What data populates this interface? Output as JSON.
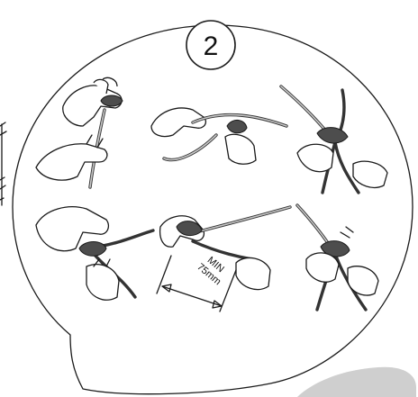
{
  "step_badge": {
    "number": "2"
  },
  "measurement": {
    "line1": "MIN",
    "line2": "75mm"
  },
  "colors": {
    "outline": "#1a1a1a",
    "shadow": "#cfcfcf",
    "background": "#ffffff"
  }
}
